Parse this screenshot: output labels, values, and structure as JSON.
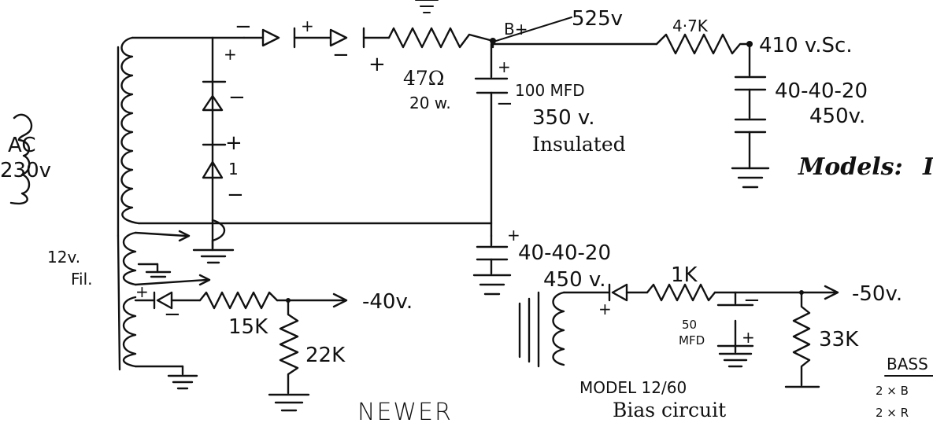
{
  "labels": {
    "b_plus": "B+",
    "v525": "525v",
    "r_4k7": "4·7K",
    "v410": "410 v.Sc.",
    "cap_40_40_20_top": "40-40-20",
    "v450_top": "450v.",
    "models": "Models:",
    "models_cut": "I",
    "r_47": "47Ω",
    "w20": "20 w.",
    "mfd100": "100 MFD",
    "v350": "350 v.",
    "insulated": "Insulated",
    "ac": "AC",
    "v230": "230v",
    "v12": "12v.",
    "fil": "Fil.",
    "cap_40_40_20_mid": "40-40-20",
    "v450_mid": "450 v.",
    "r_1k": "1K",
    "minus50": "-50v.",
    "mfd50_a": "50",
    "mfd50_b": "MFD",
    "r_33k": "33K",
    "minus40": "-40v.",
    "r_15k": "15K",
    "r_22k": "22K",
    "model": "MODEL 12/60",
    "bias": "Bias circuit",
    "newer": "NEWER",
    "bass": "BASS",
    "bass_line1": "2 × B",
    "bass_line2": "2 × R",
    "plus": "+",
    "minus": "−",
    "one": "1"
  }
}
